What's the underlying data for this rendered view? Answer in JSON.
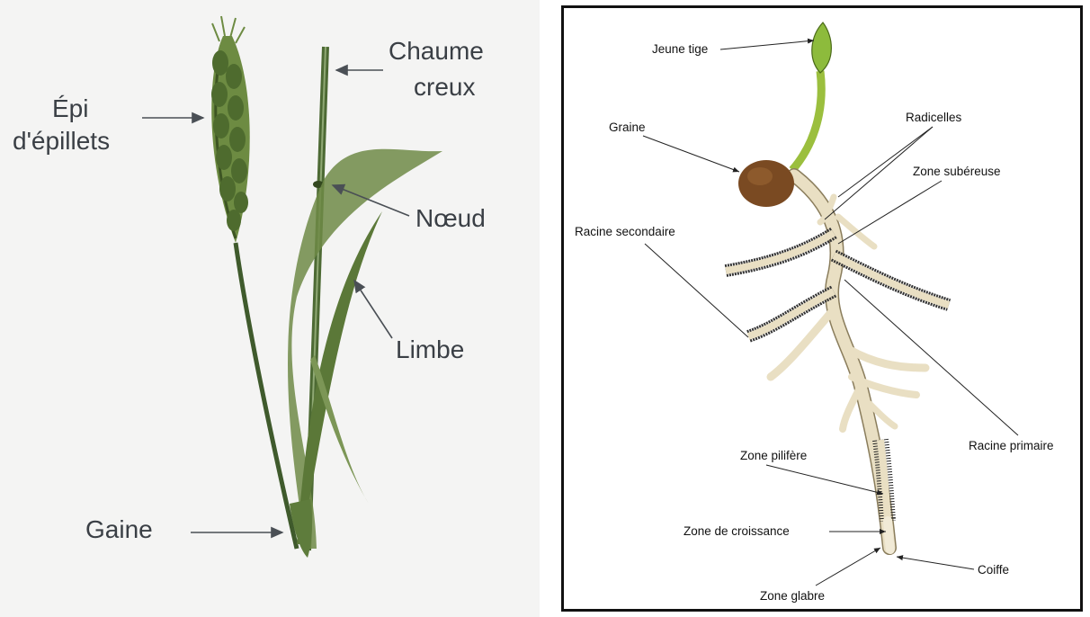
{
  "wheat_plant": {
    "labels": {
      "epi_line1": "Épi",
      "epi_line2": "d'épillets",
      "chaume_line1": "Chaume",
      "chaume_line2": "creux",
      "noeud": "Nœud",
      "limbe": "Limbe",
      "gaine": "Gaine"
    },
    "colors": {
      "stem": "#3f5a2c",
      "leaf": "#6e8a47",
      "ear": "#5d7a3a",
      "label": "#3a3f45"
    }
  },
  "seedling_roots": {
    "labels": {
      "jeune_tige": "Jeune tige",
      "graine": "Graine",
      "radicelles": "Radicelles",
      "zone_subereuse": "Zone subéreuse",
      "racine_secondaire": "Racine secondaire",
      "racine_primaire": "Racine primaire",
      "zone_pilifere": "Zone pilifère",
      "zone_croissance": "Zone de croissance",
      "coiffe": "Coiffe",
      "zone_glabre": "Zone glabre"
    },
    "colors": {
      "root": "#e9dfc3",
      "root_outline": "#8a7d5c",
      "seed": "#7a4a22",
      "shoot": "#8dbb3c",
      "frame": "#111111"
    }
  }
}
